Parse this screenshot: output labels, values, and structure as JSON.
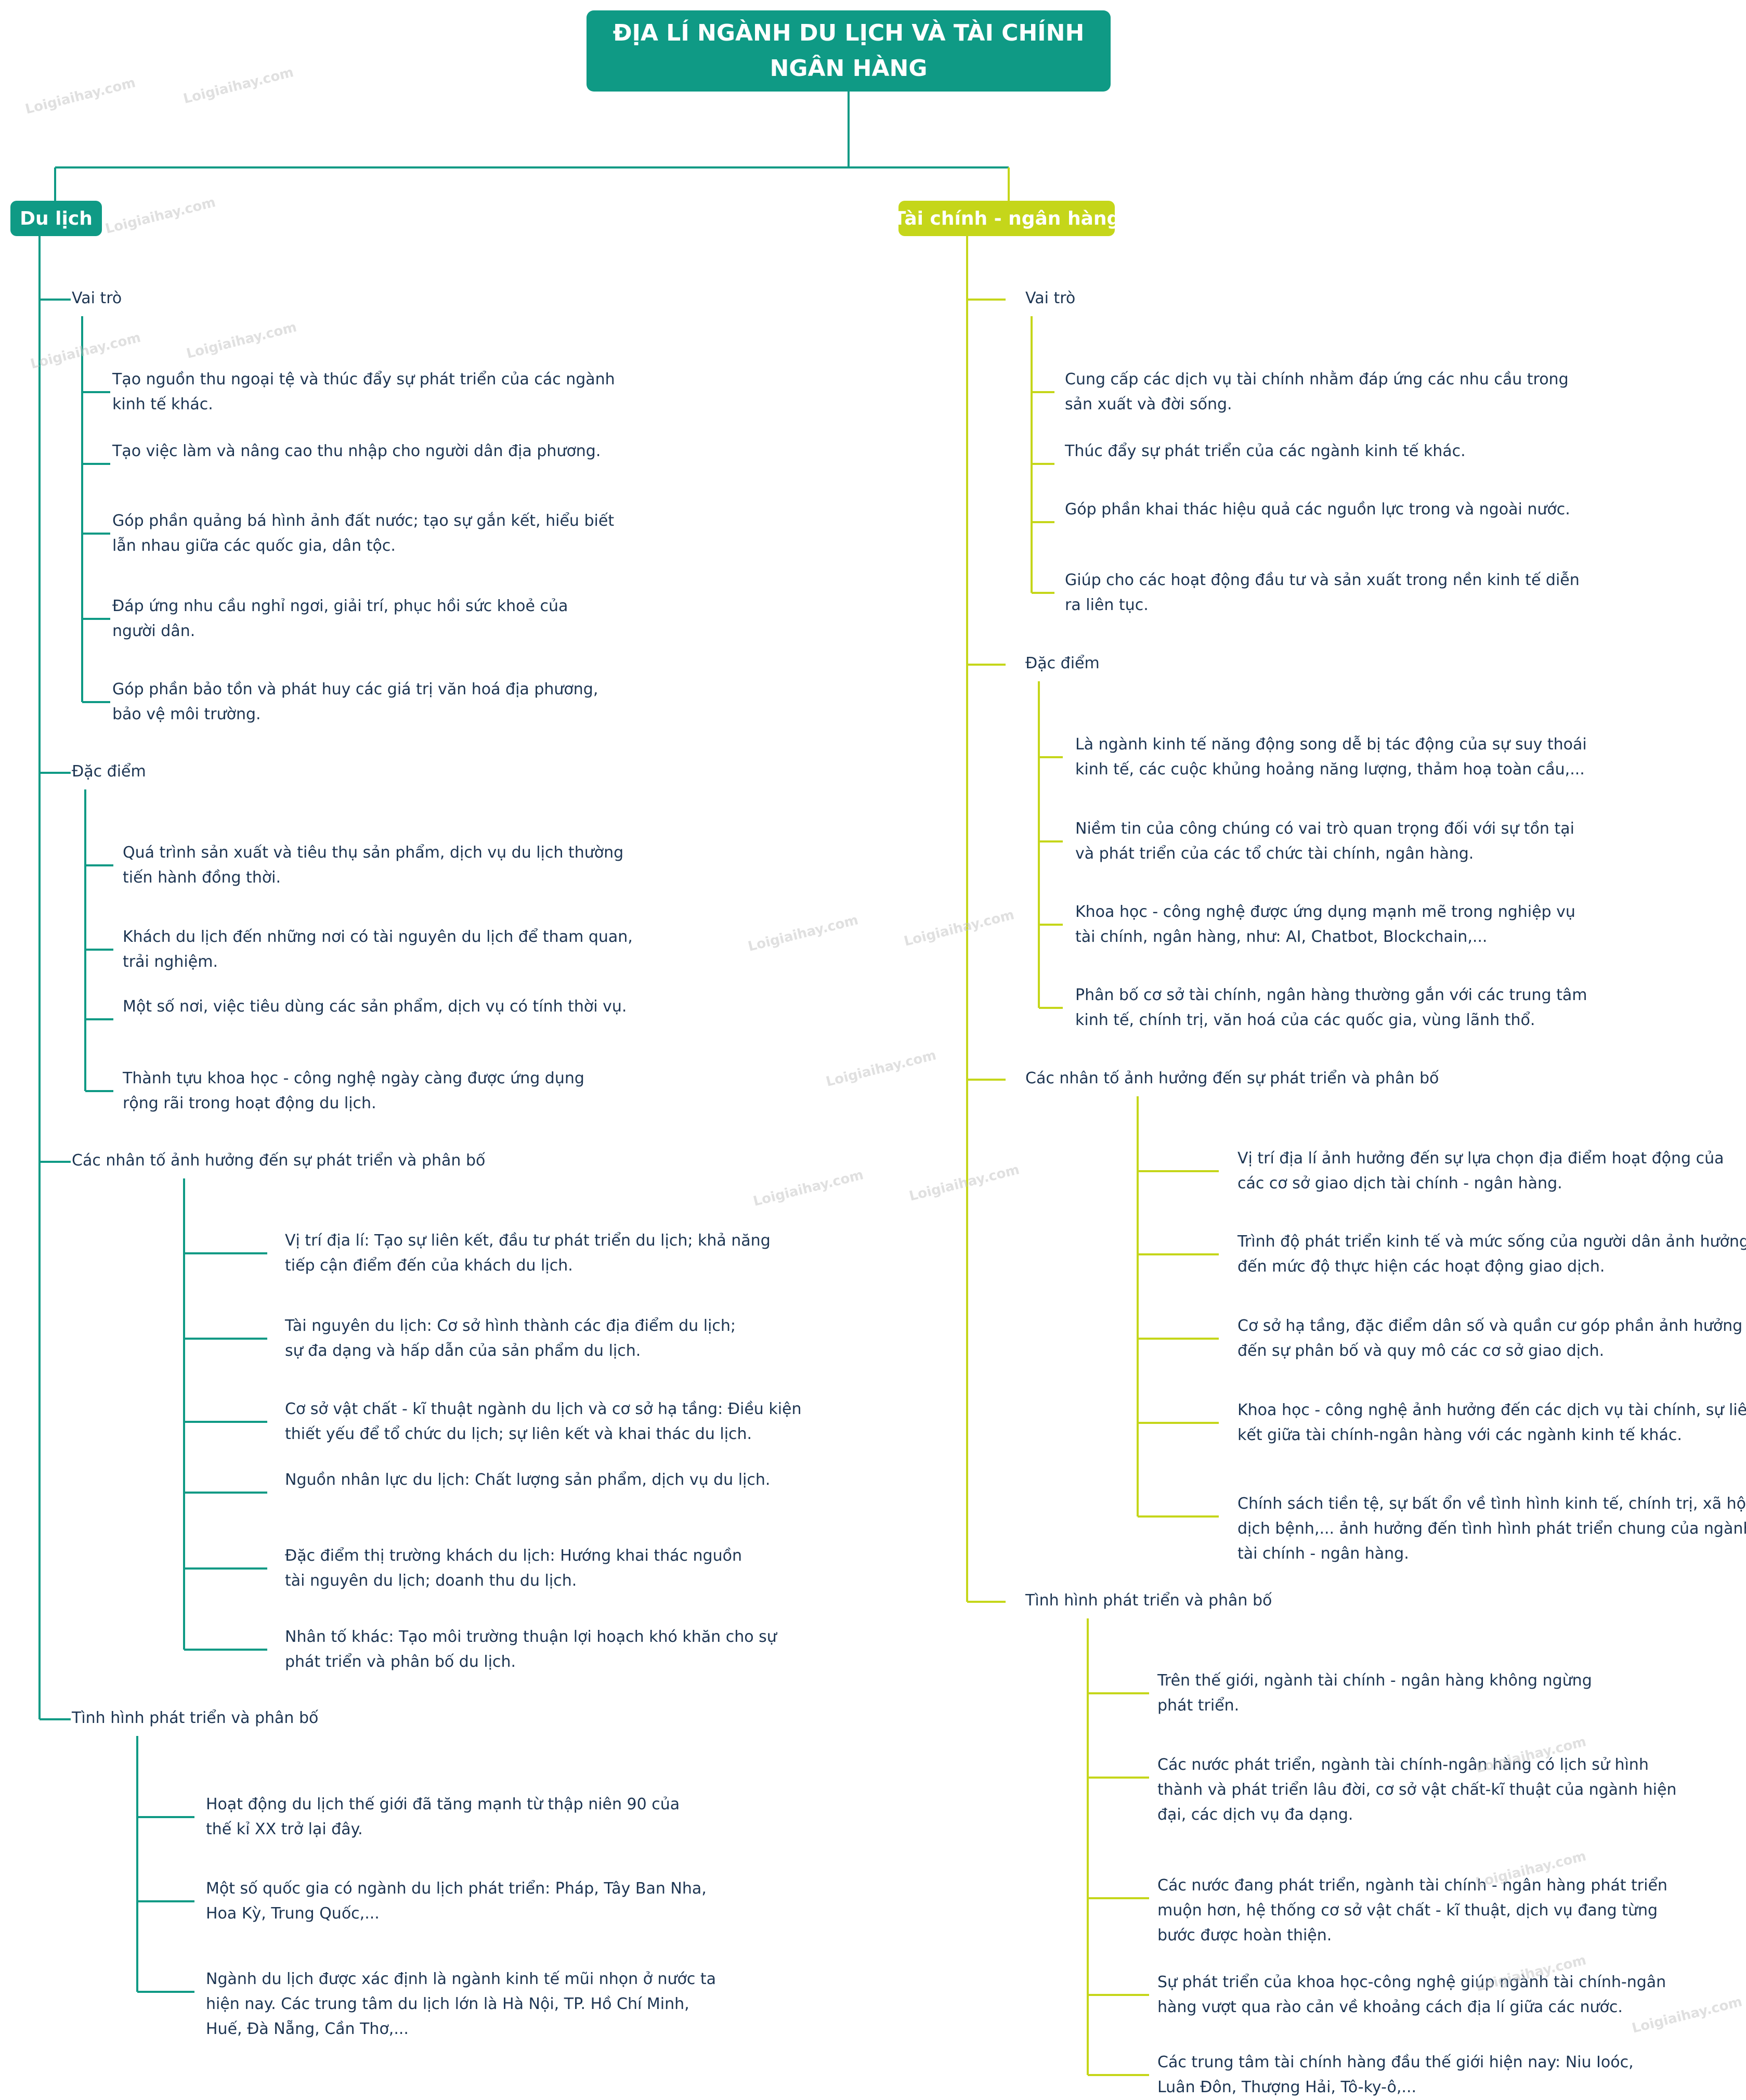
{
  "title": "ĐỊA LÍ NGÀNH DU LỊCH VÀ TÀI CHÍNH NGÂN HÀNG",
  "title_lines": [
    "ĐỊA LÍ NGÀNH DU LỊCH VÀ TÀI CHÍNH",
    "NGÂN HÀNG"
  ],
  "colors": {
    "teal": "#0f9a85",
    "lime": "#c5d61a",
    "text": "#1d3552"
  },
  "watermark": "Loigiaihay.com",
  "left": {
    "label": "Du lịch",
    "sections": [
      {
        "label": "Vai trò",
        "items": [
          [
            "Tạo nguồn thu ngoại tệ và thúc đẩy sự phát triển của các ngành",
            "kinh tế khác."
          ],
          [
            "Tạo việc làm và nâng cao thu nhập cho người dân địa phương."
          ],
          [
            "Góp phần quảng bá hình ảnh đất nước; tạo sự gắn kết, hiểu biết",
            "lẫn nhau giữa các quốc gia, dân tộc."
          ],
          [
            "Đáp ứng nhu cầu nghỉ ngơi, giải trí, phục hồi sức khoẻ của",
            "người dân."
          ],
          [
            "Góp phần bảo tồn và phát huy các giá trị văn hoá địa phương,",
            "bảo vệ môi trường."
          ]
        ]
      },
      {
        "label": "Đặc điểm",
        "items": [
          [
            "Quá trình sản xuất và tiêu thụ sản phẩm, dịch vụ du lịch thường",
            "tiến hành đồng thời."
          ],
          [
            "Khách du lịch đến những nơi có tài nguyên du lịch để tham quan,",
            "trải nghiệm."
          ],
          [
            "Một số nơi, việc tiêu dùng các sản phẩm, dịch vụ có tính thời vụ."
          ],
          [
            "Thành tựu khoa học - công nghệ ngày càng được ứng dụng",
            "rộng rãi trong hoạt động du lịch."
          ]
        ]
      },
      {
        "label": "Các nhân tố ảnh hưởng đến sự phát triển và phân bố",
        "items": [
          [
            "Vị trí địa lí: Tạo sự liên kết, đầu tư phát triển du lịch; khả năng",
            "tiếp cận điểm đến của khách du lịch."
          ],
          [
            "Tài nguyên du lịch: Cơ sở hình thành các địa điểm du lịch;",
            "sự đa dạng và hấp dẫn của sản phẩm du lịch."
          ],
          [
            "Cơ sở vật chất - kĩ thuật ngành du lịch và cơ sở hạ tầng: Điều kiện",
            "thiết yếu để tổ chức du lịch; sự liên kết và khai thác du lịch."
          ],
          [
            "Nguồn nhân lực du lịch: Chất lượng sản phẩm, dịch vụ du lịch."
          ],
          [
            "Đặc điểm thị trường khách du lịch: Hướng khai thác nguồn",
            "tài nguyên du lịch; doanh thu du lịch."
          ],
          [
            "Nhân tố khác: Tạo môi trường thuận lợi hoạch khó khăn cho sự",
            "phát triển và phân bố du lịch."
          ]
        ]
      },
      {
        "label": "Tình hình phát triển và phân bố",
        "items": [
          [
            "Hoạt động du lịch thế giới đã tăng mạnh từ thập niên 90 của",
            "thế kỉ XX trở lại đây."
          ],
          [
            "Một số quốc gia có ngành du lịch phát triển: Pháp, Tây Ban Nha,",
            "Hoa Kỳ, Trung Quốc,..."
          ],
          [
            "Ngành du lịch được xác định là ngành kinh tế mũi nhọn ở nước ta",
            "hiện nay. Các trung tâm du lịch lớn là Hà Nội, TP. Hồ Chí Minh,",
            "Huế, Đà Nẵng, Cần Thơ,..."
          ]
        ]
      }
    ]
  },
  "right": {
    "label": "Tài chính - ngân hàng",
    "sections": [
      {
        "label": "Vai trò",
        "items": [
          [
            "Cung cấp các dịch vụ tài chính nhằm đáp ứng các nhu cầu trong",
            "sản xuất và đời sống."
          ],
          [
            "Thúc đẩy sự phát triển của các ngành kinh tế khác."
          ],
          [
            "Góp phần khai thác hiệu quả các nguồn lực trong và ngoài nước."
          ],
          [
            "Giúp cho các hoạt động đầu tư và sản xuất trong nền kinh tế diễn",
            "ra liên tục."
          ]
        ]
      },
      {
        "label": "Đặc điểm",
        "items": [
          [
            "Là ngành kinh tế năng động song dễ bị tác động của sự suy thoái",
            "kinh tế, các cuộc khủng hoảng năng lượng, thảm hoạ toàn cầu,..."
          ],
          [
            "Niềm tin của công chúng có vai trò quan trọng đối với sự tồn tại",
            "và phát triển của các tổ chức tài chính, ngân hàng."
          ],
          [
            "Khoa học - công nghệ được ứng dụng mạnh mẽ trong nghiệp vụ",
            "tài chính, ngân hàng, như: AI, Chatbot, Blockchain,..."
          ],
          [
            "Phân bố cơ sở tài chính, ngân hàng thường gắn với các trung tâm",
            "kinh tế, chính trị, văn hoá của các quốc gia, vùng lãnh thổ."
          ]
        ]
      },
      {
        "label": "Các nhân tố ảnh hưởng đến sự phát triển và phân bố",
        "items": [
          [
            "Vị trí địa lí ảnh hưởng đến sự lựa chọn địa điểm hoạt động của",
            "các cơ sở giao dịch tài chính - ngân hàng."
          ],
          [
            "Trình độ phát triển kinh tế và mức sống của người dân ảnh hưởng",
            "đến mức độ thực hiện các hoạt động giao dịch."
          ],
          [
            "Cơ sở hạ tầng, đặc điểm dân số và quần cư góp phần ảnh hưởng",
            "đến sự phân bố và quy mô các cơ sở giao dịch."
          ],
          [
            "Khoa học - công nghệ ảnh hưởng đến các dịch vụ tài chính, sự liên",
            "kết giữa tài chính-ngân hàng với các ngành kinh tế khác."
          ],
          [
            "Chính sách tiền tệ, sự bất ổn về tình hình kinh tế, chính trị, xã hội,",
            "dịch bệnh,... ảnh hưởng đến tình hình phát triển chung của ngành",
            "tài chính - ngân hàng."
          ]
        ]
      },
      {
        "label": "Tình hình phát triển và phân bố",
        "items": [
          [
            "Trên thế giới, ngành tài chính - ngân hàng không ngừng",
            "phát triển."
          ],
          [
            "Các nước phát triển, ngành tài chính-ngân hàng có lịch sử hình",
            "thành và phát triển lâu đời, cơ sở vật chất-kĩ thuật của ngành hiện",
            "đại, các dịch vụ đa dạng."
          ],
          [
            "Các nước đang phát triển, ngành tài chính - ngân hàng phát triển",
            "muộn hơn, hệ thống cơ sở vật chất - kĩ thuật, dịch vụ đang từng",
            "bước được hoàn thiện."
          ],
          [
            "Sự phát triển của khoa học-công nghệ giúp ngành tài chính-ngân",
            "hàng vượt qua rào cản về khoảng cách địa lí giữa các nước."
          ],
          [
            "Các trung tâm tài chính hàng đầu thế giới hiện nay: Niu Ioóc,",
            "Luân Đôn, Thượng Hải, Tô-ky-ô,..."
          ]
        ]
      }
    ]
  }
}
